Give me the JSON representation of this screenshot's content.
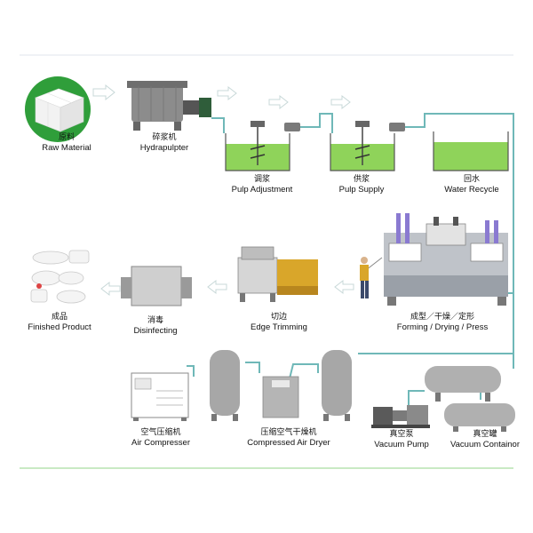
{
  "stages": {
    "raw_material": {
      "zh": "原料",
      "en": "Raw Material"
    },
    "hydrapulpter": {
      "zh": "碎浆机",
      "en": "Hydrapulpter"
    },
    "pulp_adjustment": {
      "zh": "调浆",
      "en": "Pulp Adjustment"
    },
    "pulp_supply": {
      "zh": "供浆",
      "en": "Pulp Supply"
    },
    "water_recycle": {
      "zh": "回水",
      "en": "Water Recycle"
    },
    "forming": {
      "zh": "成型／干燥／定形",
      "en": "Forming / Drying / Press"
    },
    "edge_trimming": {
      "zh": "切边",
      "en": "Edge Trimming"
    },
    "disinfecting": {
      "zh": "消毒",
      "en": "Disinfecting"
    },
    "finished_product": {
      "zh": "成品",
      "en": "Finished Product"
    },
    "air_compresser": {
      "zh": "空气压缩机",
      "en": "Air Compresser"
    },
    "air_dryer": {
      "zh": "压缩空气干燥机",
      "en": "Compressed Air Dryer"
    },
    "vacuum_pump": {
      "zh": "真空泵",
      "en": "Vacuum Pump"
    },
    "vacuum_container": {
      "zh": "真空罐",
      "en": "Vacuum Containor"
    }
  },
  "colors": {
    "pulp_green": "#8fd35a",
    "circle_green": "#2f9e3a",
    "pipe_teal": "#6fb8b8",
    "machine_gray": "#9a9a9a",
    "accent_yellow": "#d9a62a",
    "accent_purple": "#8a7ad1",
    "divider_green": "#b7e3b0"
  }
}
